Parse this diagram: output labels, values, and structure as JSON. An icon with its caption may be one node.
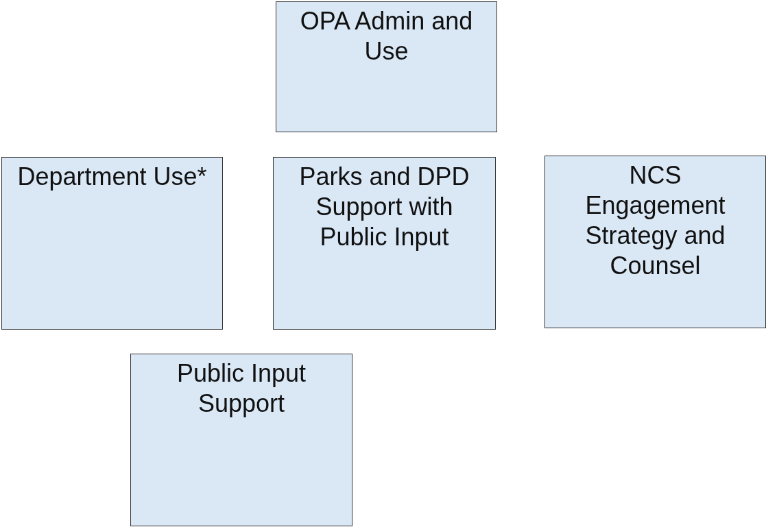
{
  "diagram": {
    "nodes": [
      {
        "text": [
          "OPA Admin and Use"
        ]
      },
      {
        "text": [
          "Department Use*"
        ]
      },
      {
        "text": [
          "Parks and DPD Support with Public Input"
        ]
      },
      {
        "text": [
          "NCS Engagement Strategy and Counsel"
        ]
      },
      {
        "text": [
          "Public Input Support"
        ]
      }
    ]
  }
}
